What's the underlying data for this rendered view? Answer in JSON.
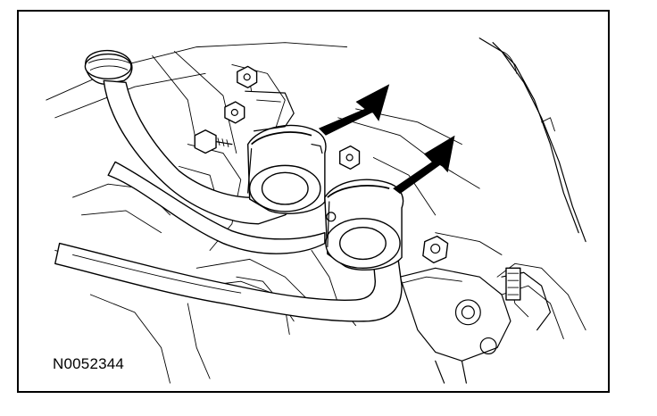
{
  "figure": {
    "id_label": "N0052344"
  },
  "colors": {
    "line": "#000000",
    "background": "#ffffff"
  },
  "callouts": [
    {
      "icon": "arrow-icon",
      "points_to": "stabilizer-bar-bushing-left"
    },
    {
      "icon": "arrow-icon",
      "points_to": "stabilizer-bar-bushing-right"
    }
  ]
}
